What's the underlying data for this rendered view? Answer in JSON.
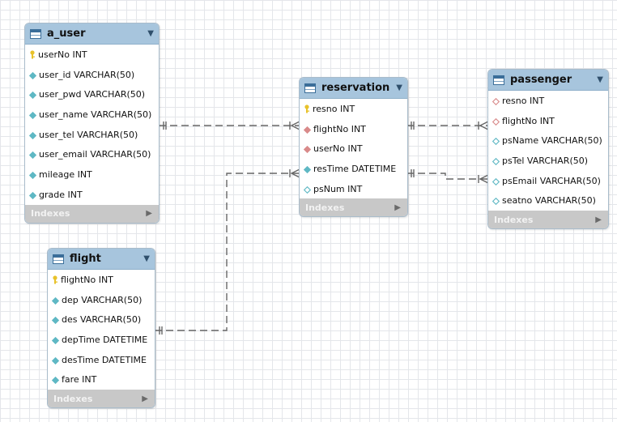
{
  "tables": {
    "a_user": {
      "name": "a_user",
      "indexes_label": "Indexes",
      "columns": [
        {
          "text": "userNo INT",
          "icon": "primary-key-icon"
        },
        {
          "text": "user_id VARCHAR(50)",
          "icon": "column-icon"
        },
        {
          "text": "user_pwd VARCHAR(50)",
          "icon": "column-icon"
        },
        {
          "text": "user_name VARCHAR(50)",
          "icon": "column-icon"
        },
        {
          "text": "user_tel VARCHAR(50)",
          "icon": "column-icon"
        },
        {
          "text": "user_email VARCHAR(50)",
          "icon": "column-icon"
        },
        {
          "text": "mileage INT",
          "icon": "column-icon"
        },
        {
          "text": "grade INT",
          "icon": "column-icon"
        }
      ]
    },
    "reservation": {
      "name": "reservation",
      "indexes_label": "Indexes",
      "columns": [
        {
          "text": "resno INT",
          "icon": "primary-key-icon"
        },
        {
          "text": "flightNo INT",
          "icon": "foreign-key-icon"
        },
        {
          "text": "userNo INT",
          "icon": "foreign-key-icon"
        },
        {
          "text": "resTime DATETIME",
          "icon": "column-icon"
        },
        {
          "text": "psNum INT",
          "icon": "nullable-column-icon"
        }
      ]
    },
    "passenger": {
      "name": "passenger",
      "indexes_label": "Indexes",
      "columns": [
        {
          "text": "resno INT",
          "icon": "nullable-foreign-key-icon"
        },
        {
          "text": "flightNo INT",
          "icon": "nullable-foreign-key-icon"
        },
        {
          "text": "psName VARCHAR(50)",
          "icon": "nullable-column-icon"
        },
        {
          "text": "psTel VARCHAR(50)",
          "icon": "nullable-column-icon"
        },
        {
          "text": "psEmail VARCHAR(50)",
          "icon": "nullable-column-icon"
        },
        {
          "text": "seatno VARCHAR(50)",
          "icon": "nullable-column-icon"
        }
      ]
    },
    "flight": {
      "name": "flight",
      "indexes_label": "Indexes",
      "columns": [
        {
          "text": "flightNo INT",
          "icon": "primary-key-icon"
        },
        {
          "text": "dep VARCHAR(50)",
          "icon": "column-icon"
        },
        {
          "text": "des VARCHAR(50)",
          "icon": "column-icon"
        },
        {
          "text": "depTime DATETIME",
          "icon": "column-icon"
        },
        {
          "text": "desTime DATETIME",
          "icon": "column-icon"
        },
        {
          "text": "fare INT",
          "icon": "column-icon"
        }
      ]
    }
  },
  "colors": {
    "header": "#a7c5dd",
    "indexes_bar": "#c8c8c8",
    "relationship_line": "#666666",
    "column_icon": "#5fb8c4",
    "foreign_key_icon": "#d98a8a",
    "primary_key_icon": "#e8c22a"
  }
}
